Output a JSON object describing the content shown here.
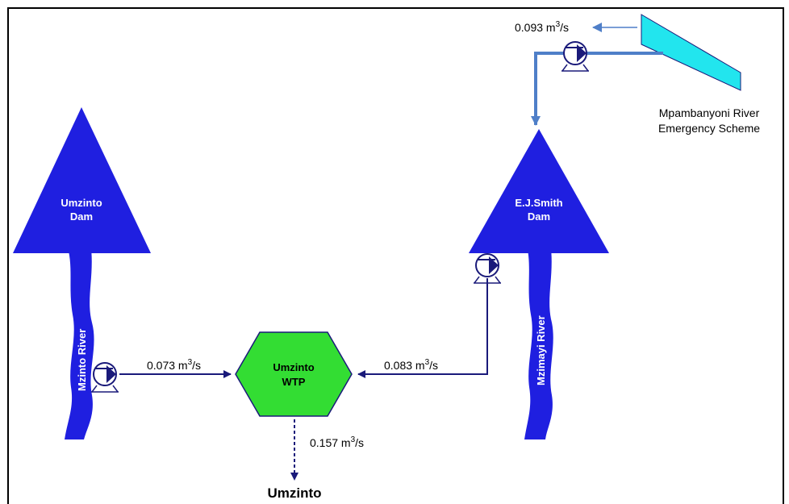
{
  "colors": {
    "dam": "#1f1fe0",
    "river": "#1f1fe0",
    "pipe": "#1a1a7a",
    "transfer": "#4f7fc8",
    "wtp": "#33dd33",
    "canal": "#22e5ee"
  },
  "umzinto_dam": {
    "line1": "Umzinto",
    "line2": "Dam"
  },
  "ejsmith_dam": {
    "line1": "E.J.Smith",
    "line2": "Dam"
  },
  "wtp": {
    "line1": "Umzinto",
    "line2": "WTP"
  },
  "rivers": {
    "mzinto": "Mzinto River",
    "mzimayi": "Mzimayi River"
  },
  "flows": {
    "mzinto_to_wtp": {
      "value": "0.073 m",
      "sup": "3",
      "unit": "/s"
    },
    "ejsmith_to_wtp": {
      "value": "0.083 m",
      "sup": "3",
      "unit": "/s"
    },
    "wtp_to_town": {
      "value": "0.157 m",
      "sup": "3",
      "unit": "/s"
    },
    "emergency": {
      "value": "0.093 m",
      "sup": "3",
      "unit": "/s"
    }
  },
  "destination": "Umzinto",
  "emergency_scheme": {
    "line1": "Mpambanyoni River",
    "line2": "Emergency Scheme"
  }
}
